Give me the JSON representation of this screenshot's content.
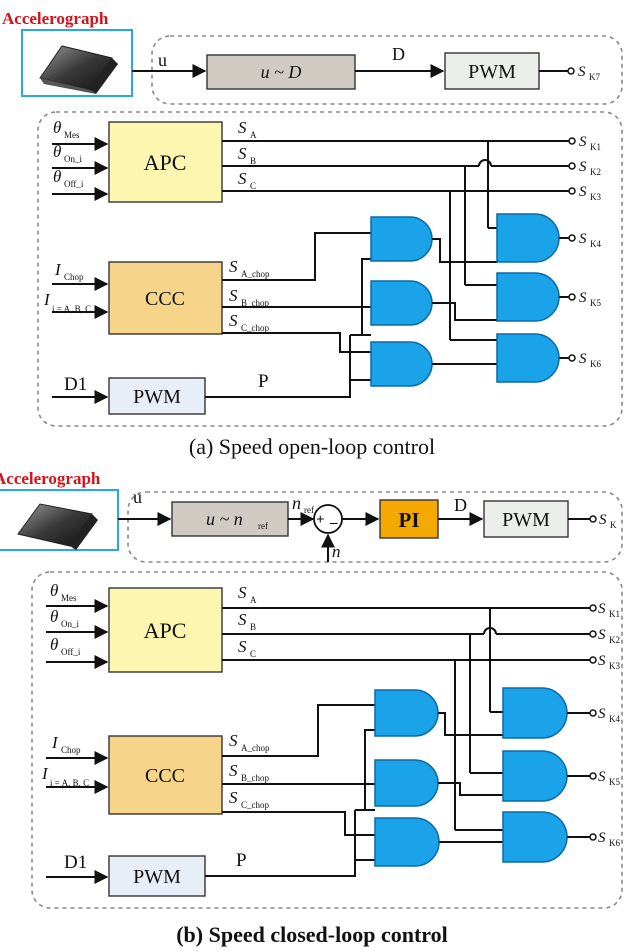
{
  "panel_a": {
    "accel_label": "Accelerograph",
    "signal_u": "u",
    "map_block": "u ~ D",
    "signal_d": "D",
    "pwm_top": "PWM",
    "out_k7": "K7",
    "theta_mes": "Mes",
    "theta_on": "On_i",
    "theta_off": "Off_i",
    "apc": "APC",
    "s_a": "A",
    "s_b": "B",
    "s_c": "C",
    "outputs": [
      "K1",
      "K2",
      "K3",
      "K4",
      "K5",
      "K6"
    ],
    "i_chop": "Chop",
    "i_abc": "i = A, B, C",
    "ccc": "CCC",
    "s_a_chop": "A_chop",
    "s_b_chop": "B_chop",
    "s_c_chop": "C_chop",
    "d1": "D1",
    "pwm_bottom": "PWM",
    "p": "P",
    "caption": "(a) Speed open-loop control"
  },
  "panel_b": {
    "accel_label": "Accelerograph",
    "signal_u": "u",
    "map_block": "u ~ n",
    "map_sub": "ref",
    "n_ref": "n",
    "n_ref_sub": "ref",
    "plus": "+",
    "minus": "_",
    "n_fb": "n",
    "pi": "PI",
    "signal_d": "D",
    "pwm_top": "PWM",
    "out_k": "K",
    "theta_mes": "Mes",
    "theta_on": "On_i",
    "theta_off": "Off_i",
    "apc": "APC",
    "s_a": "A",
    "s_b": "B",
    "s_c": "C",
    "outputs": [
      "K1",
      "K2",
      "K3",
      "K4",
      "K5",
      "K6"
    ],
    "i_chop": "Chop",
    "i_abc": "i = A, B, C",
    "ccc": "CCC",
    "s_a_chop": "A_chop",
    "s_b_chop": "B_chop",
    "s_c_chop": "C_chop",
    "d1": "D1",
    "pwm_bottom": "PWM",
    "p": "P",
    "caption": "(b) Speed closed-loop control"
  },
  "colors": {
    "gate_fill": "#1aa3e8",
    "gate_stroke": "#0b6aa6",
    "apc_fill": "#fdf6b0",
    "ccc_fill": "#f6d58a",
    "map_fill": "#cfcbc3",
    "pwm_fill": "#e8eef8",
    "pwm_top_fill": "#eceeeb",
    "pi_fill": "#f5a800",
    "accel_label": "#d0141b",
    "accel_frame": "#27a9e1"
  }
}
